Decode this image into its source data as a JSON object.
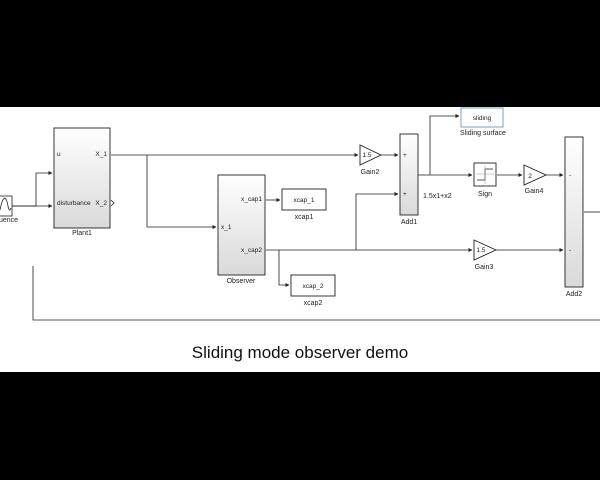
{
  "blocks": {
    "source": {
      "label": "uence"
    },
    "plant": {
      "label": "Plant1",
      "in1": "u",
      "in2": "disturbance",
      "out1": "X_1",
      "out2": "X_2"
    },
    "observer": {
      "label": "Observer",
      "in1": "x_1",
      "out1": "x_cap1",
      "out2": "x_cap2"
    },
    "xcap1": {
      "text": "xcap_1",
      "label": "xcap1"
    },
    "xcap2": {
      "text": "xcap_2",
      "label": "xcap2"
    },
    "gain2": {
      "value": "1.5",
      "label": "Gain2"
    },
    "gain3": {
      "value": "1.5",
      "label": "Gain3"
    },
    "gain4": {
      "value": "2",
      "label": "Gain4"
    },
    "add1": {
      "label": "Add1",
      "sign1": "+",
      "sign2": "+"
    },
    "add2": {
      "label": "Add2",
      "sign1": "-",
      "sign2": "-"
    },
    "sliding": {
      "text": "sliding",
      "label": "Sliding surface"
    },
    "sign": {
      "label": "Sign"
    },
    "signal": {
      "label": "1.5x1+x2"
    }
  },
  "caption": "Sliding mode observer demo"
}
